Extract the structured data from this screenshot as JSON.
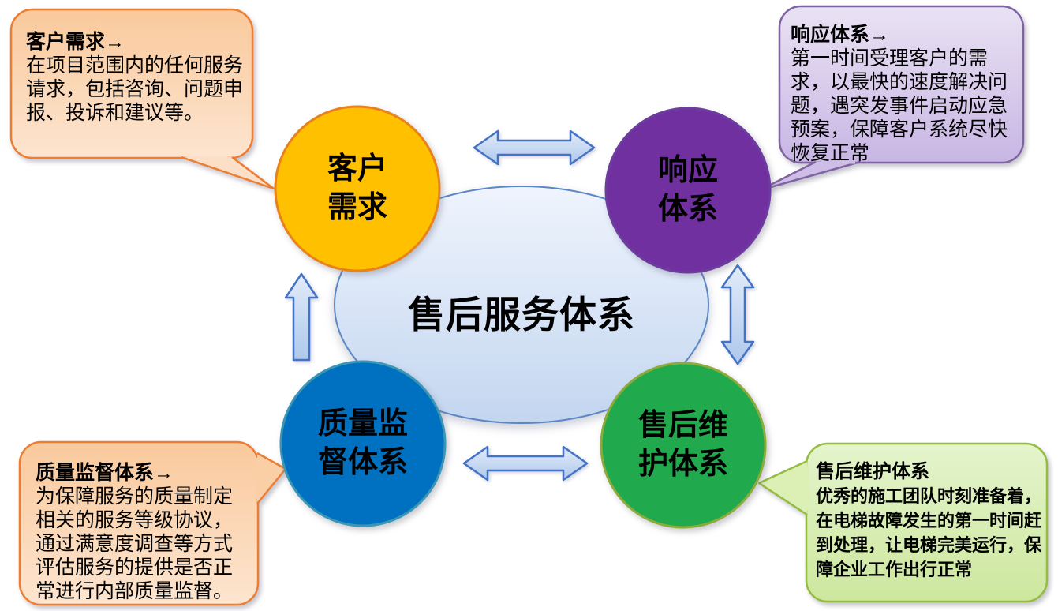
{
  "diagram": {
    "title": "售后服务体系",
    "nodes": {
      "customer": {
        "label": "客户\n需求"
      },
      "response": {
        "label": "响应\n体系"
      },
      "quality": {
        "label": "质量监\n督体系"
      },
      "maintenance": {
        "label": "售后维\n护体系"
      }
    },
    "callouts": {
      "customer": {
        "heading": "客户需求→",
        "body": "在项目范围内的任何服务请求，包括咨询、问题申报、投诉和建议等。"
      },
      "response": {
        "heading": "响应体系→",
        "body": "第一时间受理客户的需求，以最快的速度解决问题，遇突发事件启动应急预案，保障客户系统尽快恢复正常"
      },
      "quality": {
        "heading": "质量监督体系→",
        "body": "为保障服务的质量制定相关的服务等级协议，通过满意度调查等方式评估服务的提供是否正常进行内部质量监督。"
      },
      "maintenance": {
        "heading": "售后维护体系",
        "body": "优秀的施工团队时刻准备着，在电梯故障发生的第一时间赶到处理，让电梯完美运行，保障企业工作出行正常"
      }
    },
    "arrows": {
      "top": "bidirectional-horizontal",
      "right": "bidirectional-vertical",
      "bottom": "bidirectional-horizontal",
      "left": "upward"
    },
    "colors": {
      "node_customer": "#FFC000",
      "node_response": "#7030A0",
      "node_quality": "#0070C0",
      "node_maintenance": "#21A94D",
      "node_customer_border": "#E8821B",
      "node_response_border": "#6C3C9F",
      "node_quality_border": "#3A96B5",
      "node_maintenance_border": "#8CAB39",
      "callout_warm_border": "#ED7D31",
      "callout_purple_border": "#8064A2",
      "callout_green_border": "#94BC3F",
      "arrow_stroke": "#4472C4",
      "ellipse_stroke": "#5B87C5"
    }
  }
}
